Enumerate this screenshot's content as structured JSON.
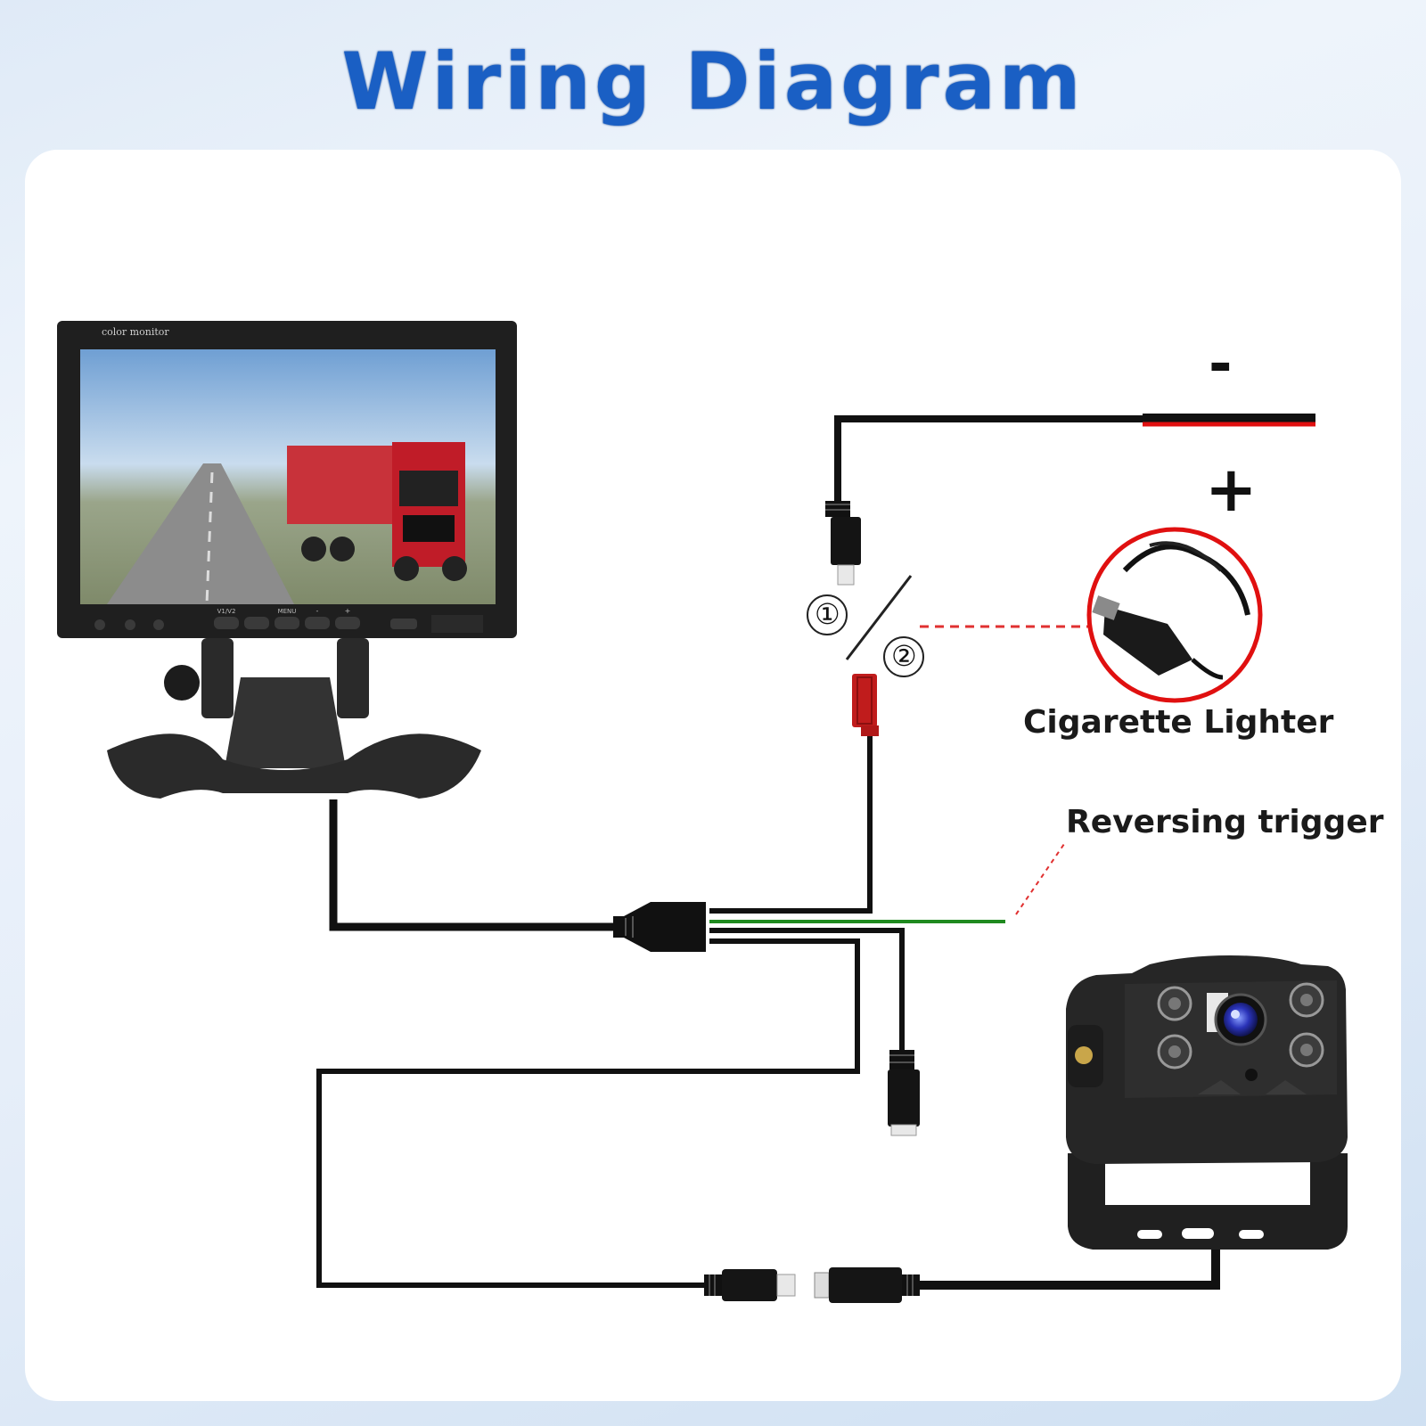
{
  "title": "Wiring Diagram",
  "monitor": {
    "brand_text": "color monitor",
    "buttons": [
      "V1/V2",
      "",
      "MENU",
      "-",
      "+"
    ]
  },
  "power": {
    "minus": "-",
    "plus": "+"
  },
  "switch": {
    "option_1": "①",
    "option_2": "②"
  },
  "labels": {
    "cigarette_lighter": "Cigarette Lighter",
    "reversing_trigger": "Reversing trigger"
  },
  "colors": {
    "title": "#1a5fc4",
    "wire": "#111111",
    "power_positive": "#e01010",
    "trigger_wire": "#1f8a1f",
    "dashed_leader": "#e03030"
  }
}
